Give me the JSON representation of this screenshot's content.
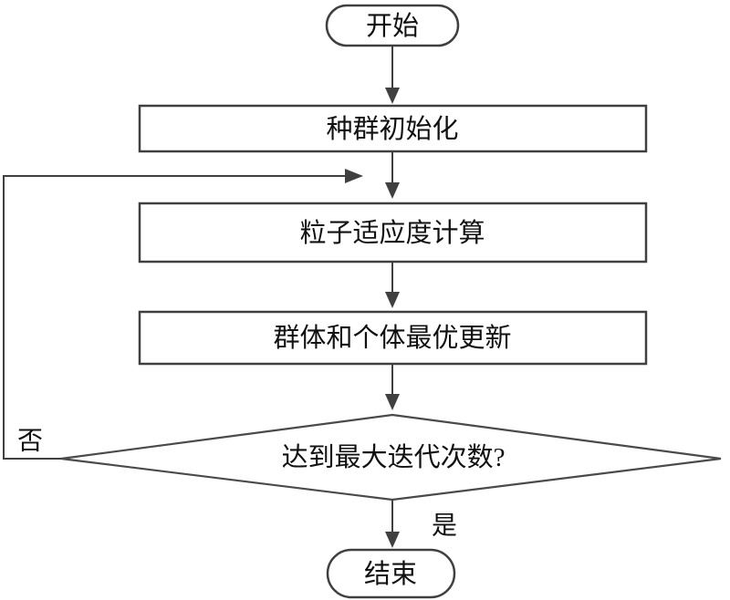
{
  "diagram": {
    "type": "flowchart",
    "nodes": [
      {
        "id": "start",
        "type": "terminator",
        "label": "开始"
      },
      {
        "id": "init",
        "type": "process",
        "label": "种群初始化"
      },
      {
        "id": "fitness",
        "type": "process",
        "label": "粒子适应度计算"
      },
      {
        "id": "update",
        "type": "process",
        "label": "群体和个体最优更新"
      },
      {
        "id": "decision",
        "type": "decision",
        "label": "达到最大迭代次数?"
      },
      {
        "id": "end",
        "type": "terminator",
        "label": "结束"
      }
    ],
    "branch_labels": {
      "yes": "是",
      "no": "否"
    },
    "edges": [
      {
        "from": "start",
        "to": "init",
        "label": ""
      },
      {
        "from": "init",
        "to": "fitness",
        "label": ""
      },
      {
        "from": "fitness",
        "to": "update",
        "label": ""
      },
      {
        "from": "update",
        "to": "decision",
        "label": ""
      },
      {
        "from": "decision",
        "to": "end",
        "label": "是"
      },
      {
        "from": "decision",
        "to": "fitness",
        "label": "否"
      }
    ],
    "colors": {
      "line": "#404040",
      "text": "#111111",
      "background": "#ffffff",
      "node_fill": "#ffffff"
    }
  }
}
